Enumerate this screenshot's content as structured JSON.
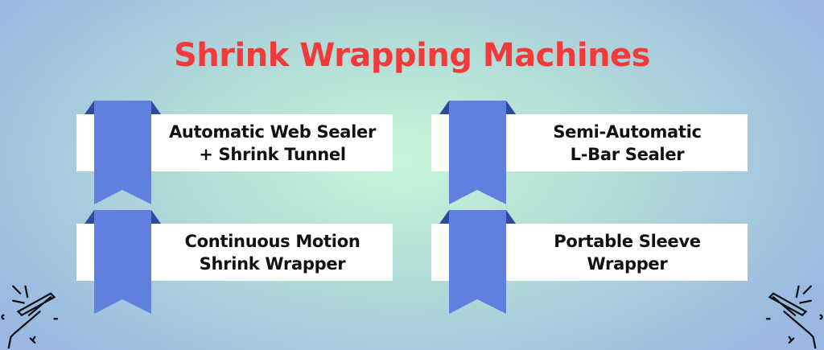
{
  "title": "Shrink Wrapping Machines",
  "items": [
    {
      "line1": "Automatic Web Sealer",
      "line2": "+ Shrink Tunnel"
    },
    {
      "line1": "Semi-Automatic",
      "line2": "L-Bar Sealer"
    },
    {
      "line1": "Continuous Motion",
      "line2": "Shrink Wrapper"
    },
    {
      "line1": "Portable Sleeve",
      "line2": "Wrapper"
    }
  ],
  "colors": {
    "title": "#f23a3a",
    "ribbon": "#6080e0",
    "ribbon_fold": "#2f4aa0"
  }
}
